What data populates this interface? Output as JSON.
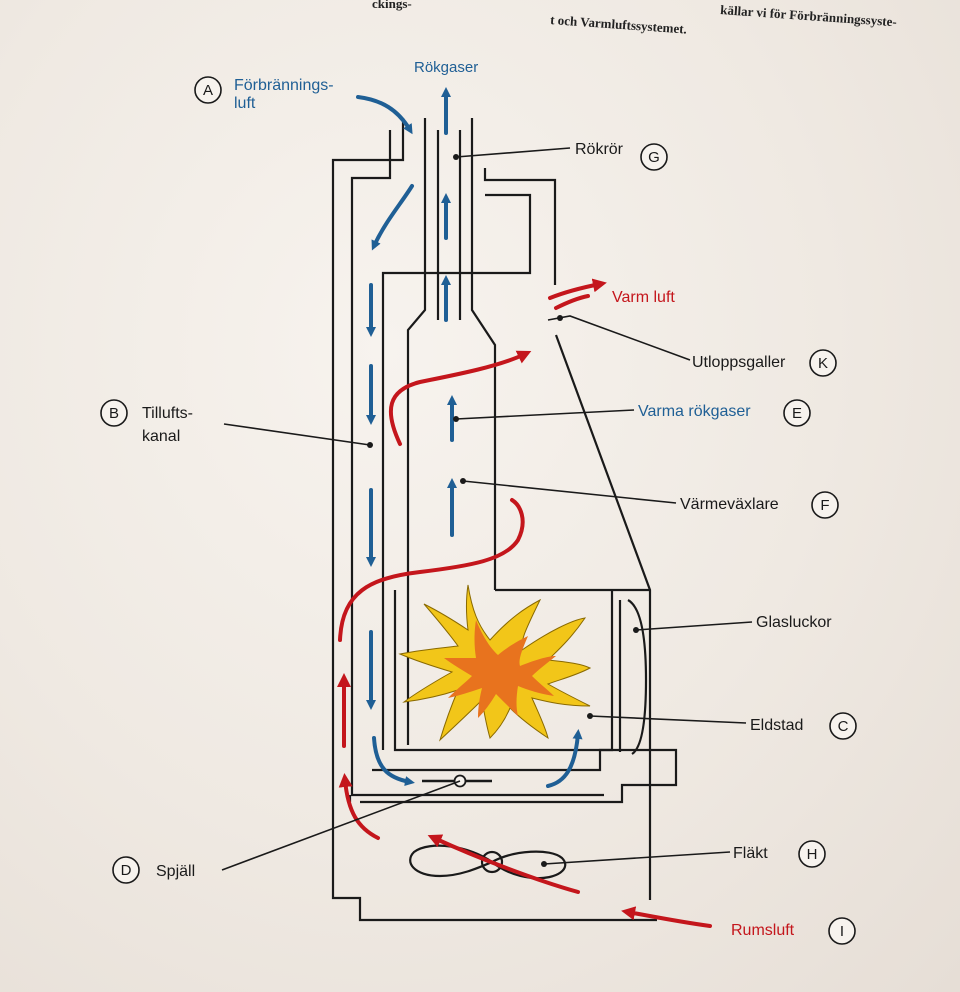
{
  "header": {
    "line1_left": "ckings-",
    "line1_right": "källar vi för Förbränningssyste-",
    "line2": "t och Varmluftssystemet."
  },
  "labels": {
    "rokgaser": "Rökgaser",
    "forbrannings_1": "Förbrännings-",
    "forbrannings_2": "luft",
    "rokror": "Rökrör",
    "varm_luft": "Varm luft",
    "utloppsgaller": "Utloppsgaller",
    "tillufts_1": "Tillufts-",
    "tillufts_2": "kanal",
    "varma_rokgaser": "Varma rökgaser",
    "varmevaxlare": "Värmeväxlare",
    "glasluckor": "Glasluckor",
    "eldstad": "Eldstad",
    "spjall": "Spjäll",
    "flakt": "Fläkt",
    "rumsluft": "Rumsluft"
  },
  "letters": {
    "a": "A",
    "b": "B",
    "c": "C",
    "d": "D",
    "e": "E",
    "f": "F",
    "g": "G",
    "h": "H",
    "i": "I",
    "k": "K"
  },
  "colors": {
    "blue_flow": "#1f5f95",
    "red_flow": "#c4161c",
    "flame_outer": "#f2c619",
    "flame_inner": "#e8731e",
    "ink": "#1a1a1a"
  }
}
